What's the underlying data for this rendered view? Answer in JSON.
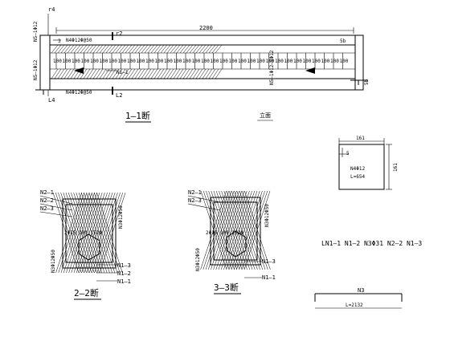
{
  "beam": {
    "span": "2200",
    "r4": "r4",
    "r2": "r2",
    "l4": "L4",
    "l2": "L2",
    "n5_top": "N5—1Φ12",
    "n5_left": "N5—1Φ12",
    "n4_top": "N4Φ12Φ@50",
    "n4_bot": "N4Φ12Φ@50",
    "n3_mark": "3",
    "n1_label": "N1—1",
    "n1_mark": "N1—1",
    "spacings": [
      "100",
      "100",
      "100",
      "100",
      "100",
      "100",
      "100",
      "100",
      "100",
      "100",
      "100",
      "100",
      "100",
      "100",
      "100",
      "100",
      "100",
      "100",
      "100",
      "100",
      "100",
      "100",
      "100",
      "100",
      "100",
      "100",
      "100",
      "100",
      "100",
      "100",
      "100",
      "100"
    ],
    "right_side_label": "N5—1Φ12—5Φ12",
    "right_label": "5b",
    "small_left": "5b",
    "sect_mark_top": "1",
    "sect_mark_bot": "1"
  },
  "titles": {
    "section_1": "1—1断",
    "elevation": "立面",
    "section_2": "2—2断",
    "section_3": "3—3断"
  },
  "section2": {
    "n2_1": "N2—1",
    "n2_2": "N2—2",
    "n2_3": "N2—3",
    "dims": "2Φ15 100 152Φ",
    "right_label": "N3Φ12Φ50",
    "left_label": "N3Φ12Φ50",
    "n1_3": "N1—3",
    "n1_2": "N1—2",
    "n1_1": "N1—1"
  },
  "section3": {
    "n2_1": "N2—1",
    "n2_3": "N2—3",
    "dims": "2Φ15 100 152Φ",
    "right_label": "N3Φ12Φ50",
    "left_label": "N3Φ12Φ50",
    "n1_3": "N1—3",
    "n1_1": "N1—1"
  },
  "detail": {
    "width": "161",
    "height": "161",
    "label1": "N4Φ12",
    "label2": "L=654",
    "small": "5"
  },
  "list_text": "LN1—1 N1—2 N3Φ31 N2—2 N1—3",
  "n3_bar": {
    "label": "N3",
    "length": "L=2132"
  }
}
